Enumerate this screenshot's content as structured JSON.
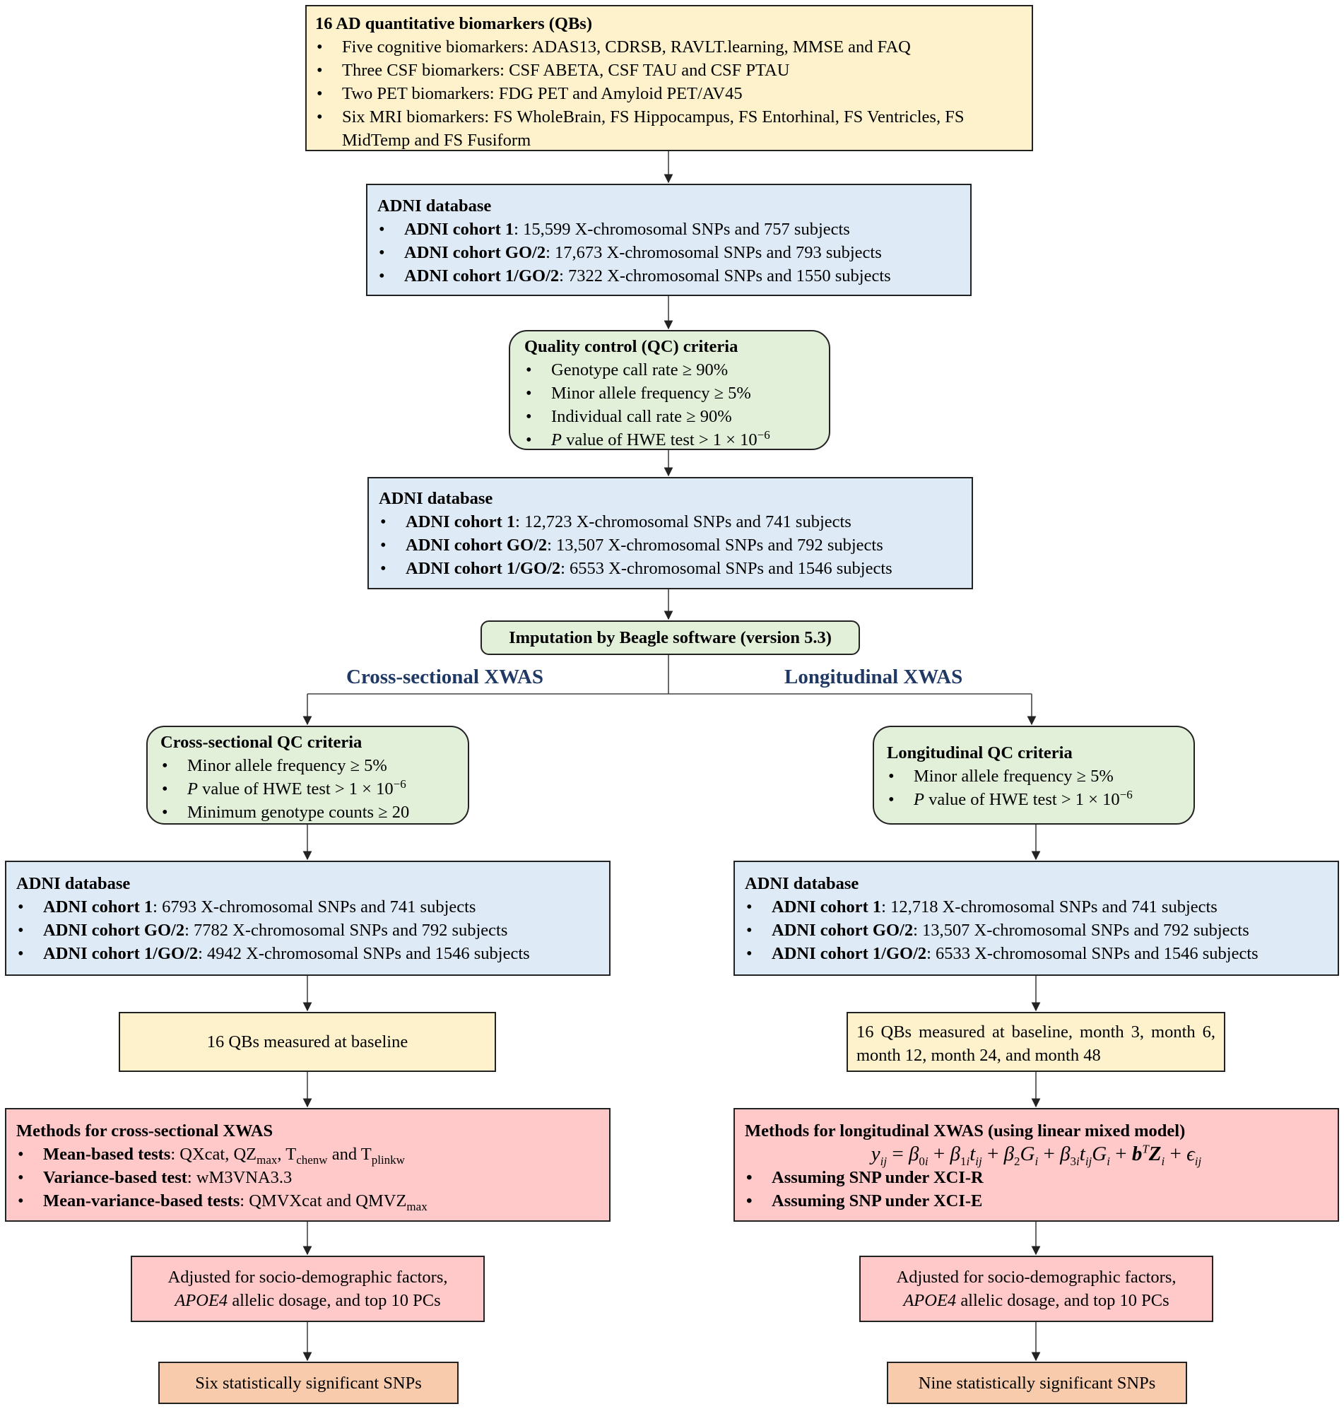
{
  "qb_box": {
    "title": "16 AD quantitative biomarkers (QBs)",
    "items": [
      "Five cognitive biomarkers: ADAS13, CDRSB, RAVLT.learning, MMSE and FAQ",
      "Three CSF biomarkers: CSF ABETA, CSF TAU and CSF PTAU",
      "Two PET biomarkers: FDG PET and Amyloid PET/AV45",
      "Six MRI biomarkers: FS WholeBrain, FS Hippocampus, FS Entorhinal, FS Ventricles, FS MidTemp and FS Fusiform"
    ]
  },
  "adni1": {
    "title": "ADNI database",
    "items": [
      {
        "label": "ADNI cohort 1",
        "text": ": 15,599 X-chromosomal SNPs and 757 subjects"
      },
      {
        "label": "ADNI cohort GO/2",
        "text": ": 17,673 X-chromosomal SNPs and 793 subjects"
      },
      {
        "label": "ADNI cohort 1/GO/2",
        "text": ": 7322 X-chromosomal SNPs and 1550 subjects"
      }
    ]
  },
  "qc": {
    "title": "Quality control (QC) criteria",
    "items": [
      "Genotype call rate ≥ 90%",
      "Minor allele frequency ≥ 5%",
      "Individual call rate ≥ 90%"
    ],
    "hwe_p": "P",
    "hwe_text": " value of HWE test > 1 × 10",
    "hwe_exp": "−6"
  },
  "adni2": {
    "title": "ADNI database",
    "items": [
      {
        "label": "ADNI cohort 1",
        "text": ": 12,723 X-chromosomal SNPs and 741 subjects"
      },
      {
        "label": "ADNI cohort GO/2",
        "text": ": 13,507 X-chromosomal SNPs and 792 subjects"
      },
      {
        "label": "ADNI cohort 1/GO/2",
        "text": ": 6553 X-chromosomal SNPs and 1546 subjects"
      }
    ]
  },
  "imputation": "Imputation by Beagle software (version 5.3)",
  "branches": {
    "left": "Cross-sectional XWAS",
    "right": "Longitudinal XWAS"
  },
  "cs_qc": {
    "title": "Cross-sectional QC criteria",
    "maf": "Minor allele frequency ≥ 5%",
    "hwe_p": "P",
    "hwe_text": " value of HWE test > 1 × 10",
    "hwe_exp": "−6",
    "min_geno": "Minimum genotype counts ≥ 20"
  },
  "lg_qc": {
    "title": "Longitudinal QC criteria",
    "maf": "Minor allele frequency ≥ 5%",
    "hwe_p": "P",
    "hwe_text": " value of HWE test > 1 × 10",
    "hwe_exp": "−6"
  },
  "adni_cs": {
    "title": "ADNI database",
    "items": [
      {
        "label": "ADNI cohort 1",
        "text": ": 6793 X-chromosomal SNPs and 741 subjects"
      },
      {
        "label": "ADNI cohort GO/2",
        "text": ": 7782 X-chromosomal SNPs and 792 subjects"
      },
      {
        "label": "ADNI cohort 1/GO/2",
        "text": ": 4942 X-chromosomal SNPs and 1546 subjects"
      }
    ]
  },
  "adni_lg": {
    "title": "ADNI database",
    "items": [
      {
        "label": "ADNI cohort 1",
        "text": ": 12,718 X-chromosomal SNPs and 741 subjects"
      },
      {
        "label": "ADNI cohort GO/2",
        "text": ": 13,507 X-chromosomal SNPs and 792 subjects"
      },
      {
        "label": "ADNI cohort 1/GO/2",
        "text": ": 6533 X-chromosomal SNPs and 1546 subjects"
      }
    ]
  },
  "qb_cs": "16 QBs measured at baseline",
  "qb_lg": "16 QBs measured at baseline, month 3, month 6, month 12, month 24, and month 48",
  "methods_cs": {
    "title": "Methods for cross-sectional XWAS",
    "mean_label": "Mean-based tests",
    "mean_a": ": QXcat, QZ",
    "mean_a_sub": "max",
    "mean_b": ", T",
    "mean_b_sub": "chenw",
    "mean_c": " and T",
    "mean_c_sub": "plinkw",
    "var_label": "Variance-based test",
    "var_text": ": wM3VNA3.3",
    "mv_label": "Mean-variance-based tests",
    "mv_text": ": QMVXcat and QMVZ",
    "mv_sub": "max"
  },
  "methods_lg": {
    "title": "Methods for longitudinal XWAS (using linear mixed model)",
    "xcir": "Assuming SNP under XCI-R",
    "xcie": "Assuming SNP under XCI-E"
  },
  "adjust_cs": {
    "line1": "Adjusted for socio-demographic factors,",
    "gene": "APOE4",
    "line2": " allelic dosage, and top 10 PCs"
  },
  "adjust_lg": {
    "line1": "Adjusted for socio-demographic factors,",
    "gene": "APOE4",
    "line2": " allelic dosage, and top 10 PCs"
  },
  "result_cs": "Six statistically significant SNPs",
  "result_lg": "Nine statistically significant SNPs",
  "colors": {
    "yellow": "#fdf2cc",
    "blue": "#deebf7",
    "green": "#e2f0d9",
    "red": "#ffc9c9",
    "orange": "#f8cbad",
    "branch_text": "#1f3864"
  }
}
